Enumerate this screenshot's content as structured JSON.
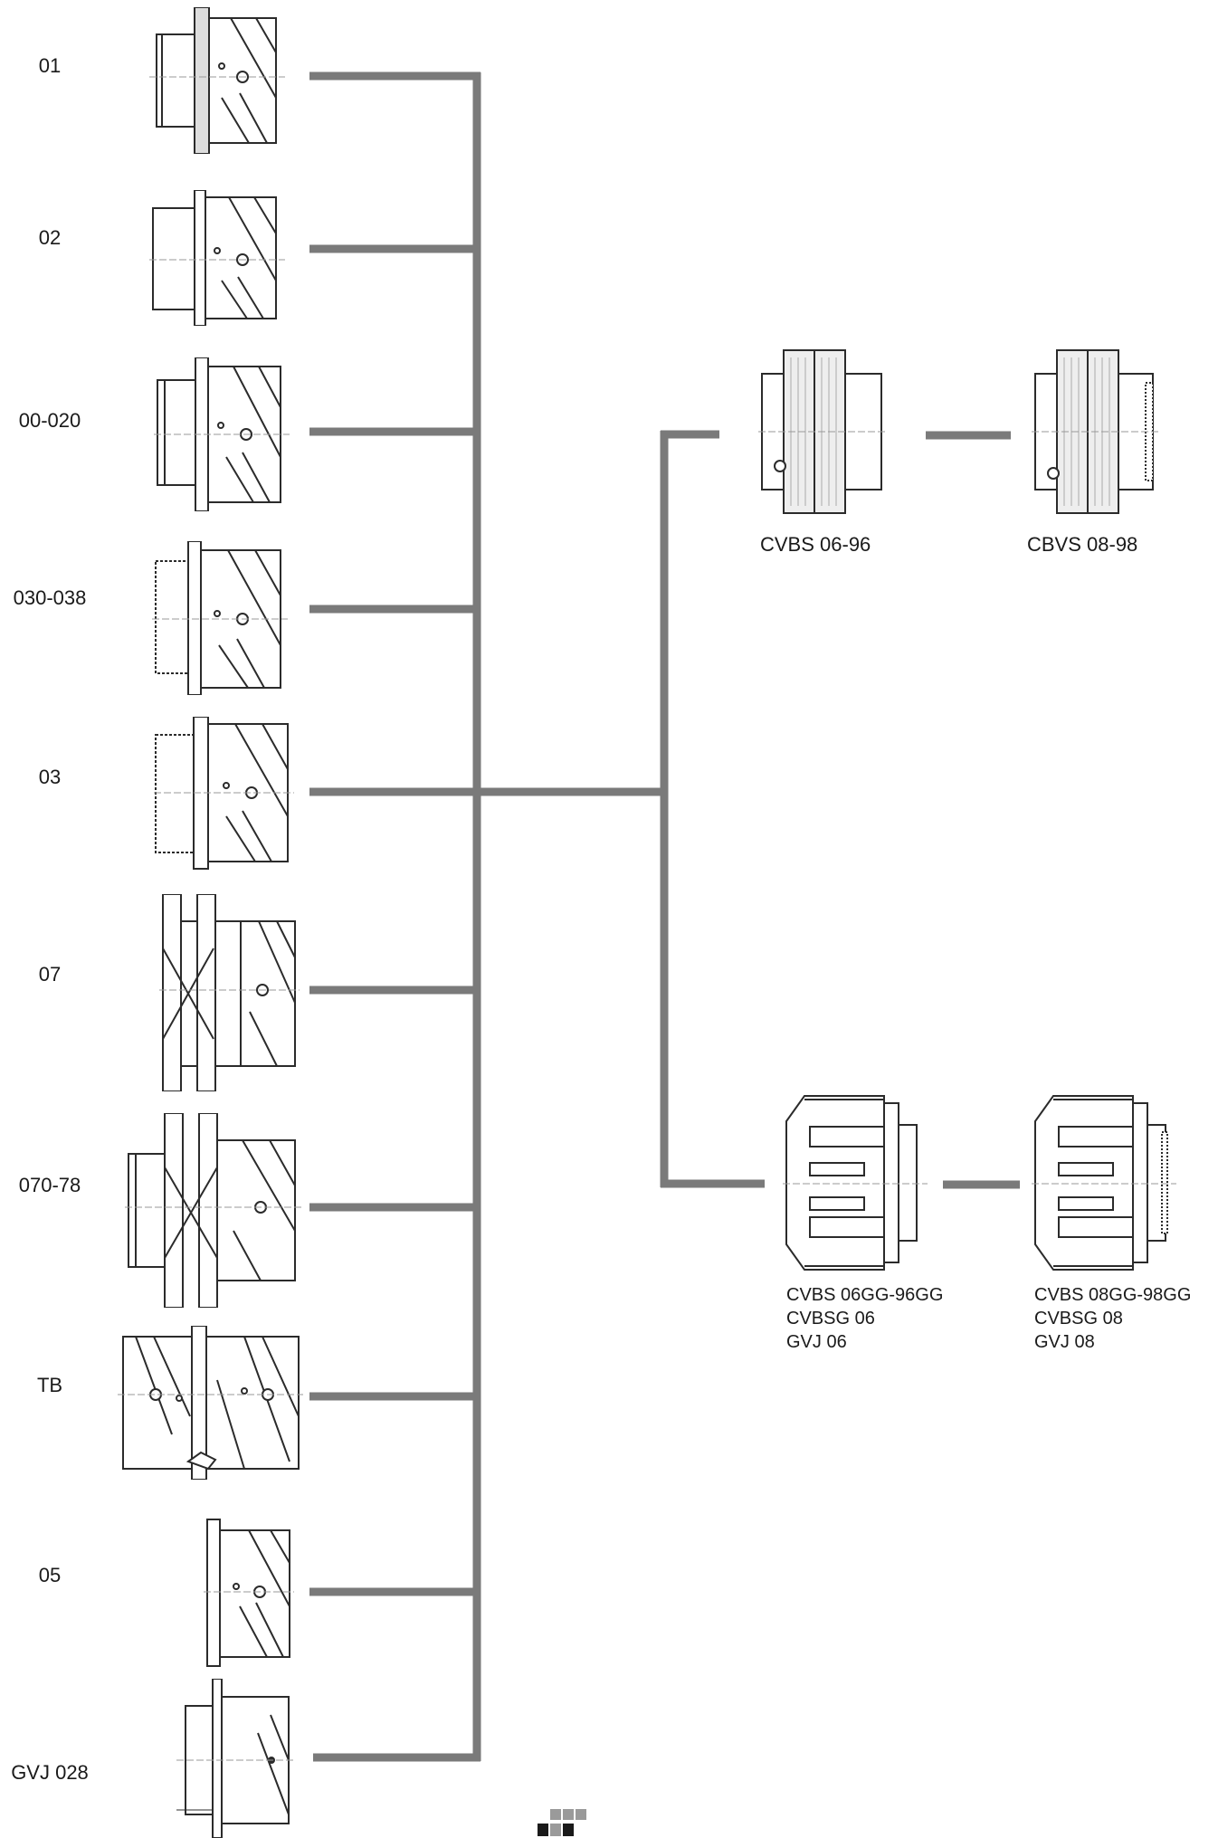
{
  "diagram": {
    "left_items": [
      {
        "label": "01",
        "icon": "coupling-nut-01-icon"
      },
      {
        "label": "02",
        "icon": "coupling-nut-02-icon"
      },
      {
        "label": "00-020",
        "icon": "coupling-nut-00-020-icon"
      },
      {
        "label": "030-038",
        "icon": "coupling-nut-030-038-icon"
      },
      {
        "label": "03",
        "icon": "coupling-nut-03-icon"
      },
      {
        "label": "07",
        "icon": "coupling-nut-07-icon"
      },
      {
        "label": "070-78",
        "icon": "coupling-nut-070-78-icon"
      },
      {
        "label": "TB",
        "icon": "coupling-nut-tb-icon"
      },
      {
        "label": "05",
        "icon": "coupling-nut-05-icon"
      },
      {
        "label": "GVJ 028",
        "icon": "coupling-nut-gvj-028-icon"
      }
    ],
    "right_top": [
      {
        "label": "CVBS 06-96",
        "icon": "receptacle-cvbs-06-96-icon"
      },
      {
        "label": "CBVS 08-98",
        "icon": "receptacle-cbvs-08-98-icon"
      }
    ],
    "right_bottom": [
      {
        "lines": [
          "CVBS 06GG-96GG",
          "CVBSG 06",
          "GVJ 06"
        ],
        "icon": "receptacle-cvbs-06gg-icon"
      },
      {
        "lines": [
          "CVBS 08GG-98GG",
          "CVBSG 08",
          "GVJ 08"
        ],
        "icon": "receptacle-cvbs-08gg-icon"
      }
    ],
    "connector_color": "#7a7a7a",
    "drawing_color": "#2b2b2b"
  }
}
